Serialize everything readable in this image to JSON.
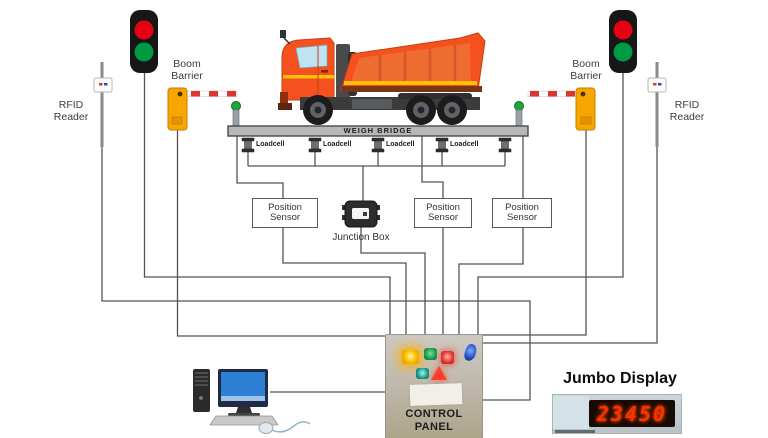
{
  "labels": {
    "rfid_left": "RFID\nReader",
    "rfid_right": "RFID\nReader",
    "boom_left": "Boom\nBarrier",
    "boom_right": "Boom\nBarrier",
    "weigh_bridge": "WEIGH BRIDGE",
    "loadcells": [
      "Loadcell",
      "Loadcell",
      "Loadcell",
      "Loadcell"
    ],
    "position_sensors": [
      "Position\nSensor",
      "Position\nSensor",
      "Position\nSensor"
    ],
    "junction_box": "Junction Box",
    "control_panel": "CONTROL\nPANEL",
    "jumbo_title": "Jumbo Display",
    "jumbo_value": "23450"
  },
  "colors": {
    "traffic_red": "#E60012",
    "traffic_green": "#009A44",
    "barrier_orange": "#F7A600",
    "truck_orange": "#F4511E",
    "wire": "#555555",
    "display_red": "#FF2F00",
    "bridge_gray": "#B7B7B7"
  }
}
